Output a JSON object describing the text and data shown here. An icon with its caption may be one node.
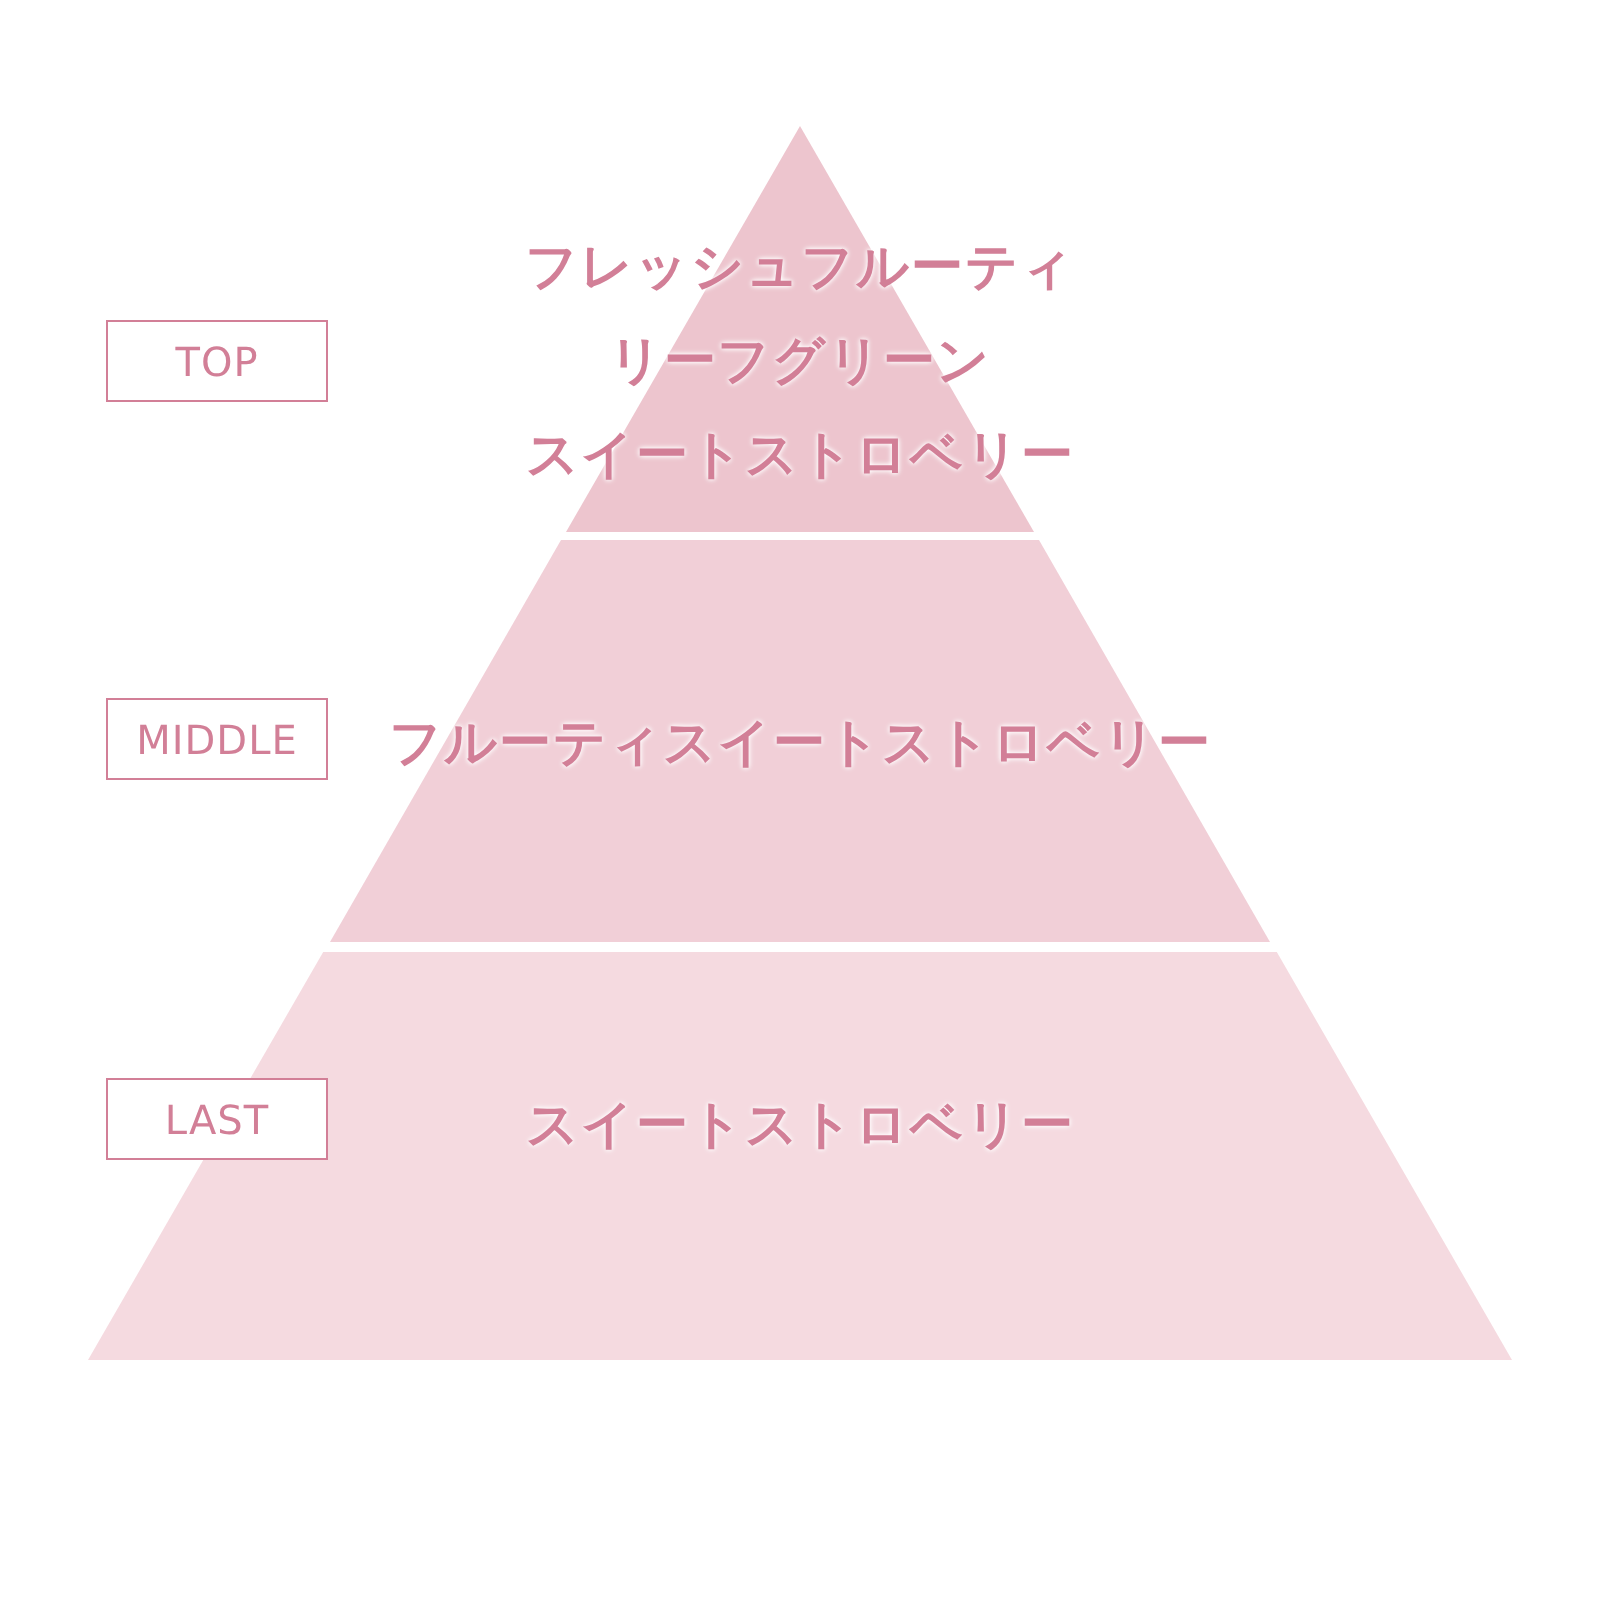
{
  "diagram": {
    "nodes": [
      {
        "text": [
          "TOP"
        ]
      },
      {
        "text": [
          "フレッシュフルーティ",
          "リーフグリーン",
          "スイートストロベリー"
        ]
      },
      {
        "text": [
          "MIDDLE"
        ]
      },
      {
        "text": [
          "フルーティスイートストロベリー"
        ]
      },
      {
        "text": [
          "LAST"
        ]
      },
      {
        "text": [
          "スイートストロベリー"
        ]
      }
    ]
  }
}
